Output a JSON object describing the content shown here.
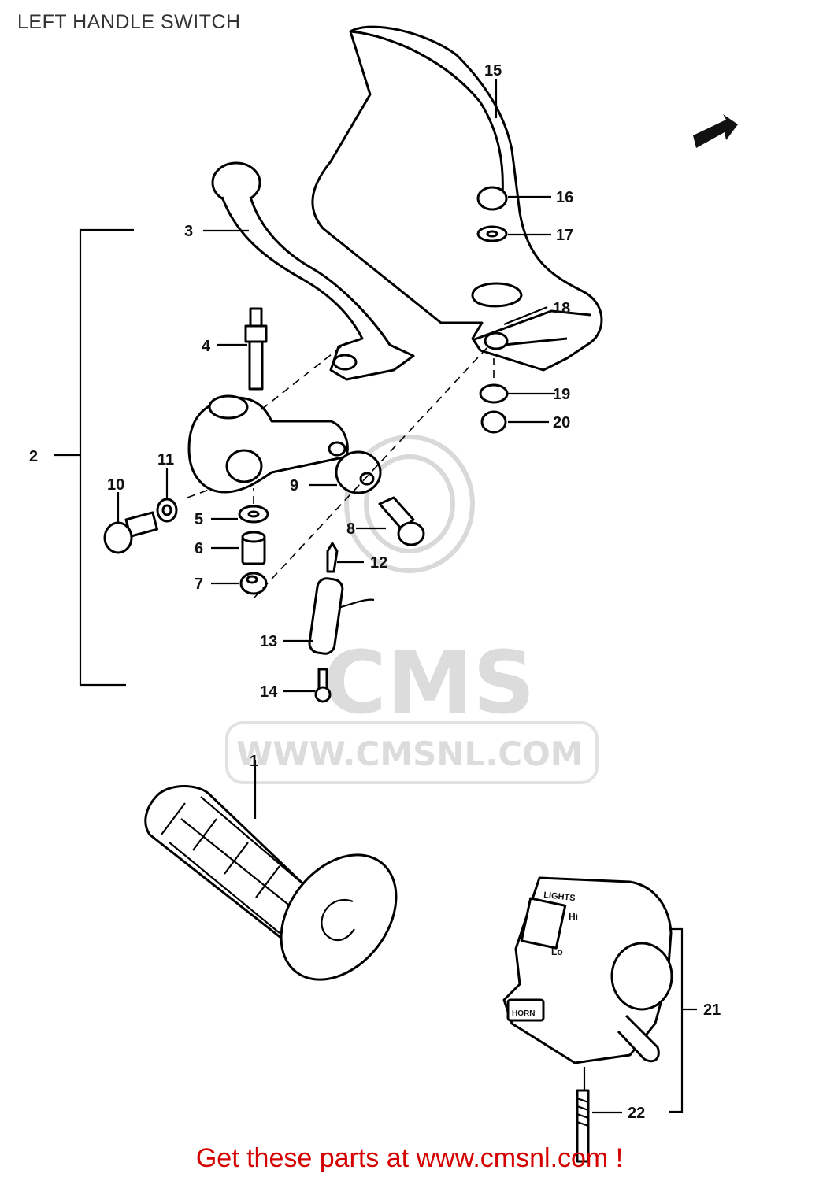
{
  "title": "LEFT HANDLE SWITCH",
  "footer": "Get these parts at www.cmsnl.com !",
  "watermark": {
    "logo_text": "CMS",
    "url_text": "WWW.CMSNL.COM"
  },
  "parts": [
    {
      "number": "1"
    },
    {
      "number": "2"
    },
    {
      "number": "3"
    },
    {
      "number": "4"
    },
    {
      "number": "5"
    },
    {
      "number": "6"
    },
    {
      "number": "7"
    },
    {
      "number": "8"
    },
    {
      "number": "9"
    },
    {
      "number": "10"
    },
    {
      "number": "11"
    },
    {
      "number": "12"
    },
    {
      "number": "13"
    },
    {
      "number": "14"
    },
    {
      "number": "15"
    },
    {
      "number": "16"
    },
    {
      "number": "17"
    },
    {
      "number": "18"
    },
    {
      "number": "19"
    },
    {
      "number": "20"
    },
    {
      "number": "21"
    },
    {
      "number": "22"
    }
  ],
  "switch_labels": {
    "lights": "LIGHTS",
    "hi": "Hi",
    "lo": "Lo",
    "horn": "HORN"
  },
  "colors": {
    "footer": "#d40000",
    "title": "#333333",
    "watermark": "#d9d9d9"
  }
}
